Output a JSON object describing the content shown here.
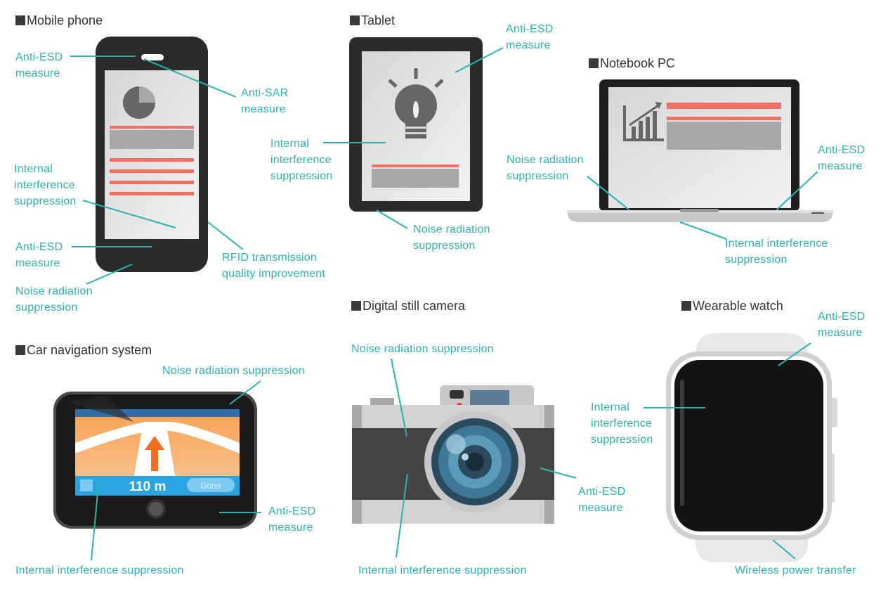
{
  "sections": [
    {
      "title": "Mobile phone",
      "labels": [
        "Anti-ESD measure",
        "Anti-SAR measure",
        "Internal interference suppression",
        "Anti-ESD measure",
        "RFID transmission quality improvement",
        "Noise radiation suppression"
      ]
    },
    {
      "title": "Tablet",
      "labels": [
        "Anti-ESD measure",
        "Internal interference suppression",
        "Noise radiation suppression"
      ]
    },
    {
      "title": "Notebook PC",
      "labels": [
        "Noise radiation suppression",
        "Anti-ESD measure",
        "Internal interference suppression"
      ]
    },
    {
      "title": "Car navigation system",
      "labels": [
        "Noise radiation suppression",
        "Anti-ESD measure",
        "Internal interference suppression"
      ],
      "screen": {
        "distance": "110 m",
        "button": "Done"
      }
    },
    {
      "title": "Digital still camera",
      "labels": [
        "Noise radiation suppression",
        "Anti-ESD measure",
        "Internal interference suppression"
      ]
    },
    {
      "title": "Wearable watch",
      "labels": [
        "Anti-ESD measure",
        "Internal interference suppression",
        "Wireless power transfer"
      ]
    }
  ],
  "colors": {
    "label": "#2bb3b1",
    "title": "#333333",
    "accent": "#f26f63",
    "device": "#2b2b2b"
  }
}
